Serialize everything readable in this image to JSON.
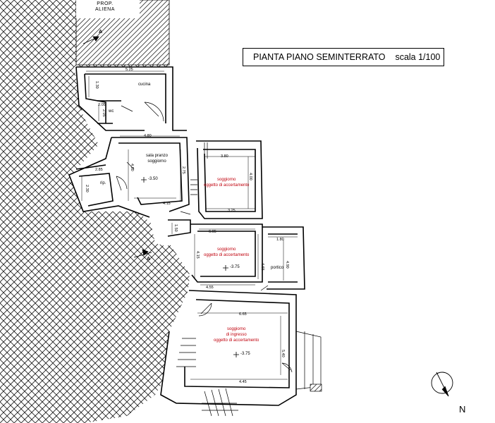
{
  "title": {
    "main": "PIANTA PIANO SEMINTERRATO",
    "scale": "scala 1/100"
  },
  "property_label": [
    "PROP.",
    "ALIENA"
  ],
  "section_marker": "A",
  "north": "N",
  "rooms": {
    "cucina": "cucina",
    "wc": "wc",
    "sala_pranzo": [
      "sala pranzo",
      "soggiorno"
    ],
    "rip": "rip.",
    "soggiorno_1": [
      "soggiorno",
      "oggetto di accertamento"
    ],
    "soggiorno_2": [
      "soggiorno",
      "oggetto di accertamento"
    ],
    "portico": "portico",
    "soggiorno_ingresso": [
      "soggiorno",
      "di ingresso",
      "oggetto di accertamento"
    ]
  },
  "levels": {
    "sala": "-3.50",
    "soggiorno_2": "-3.75",
    "ingresso": "-3.75"
  },
  "dimensions": {
    "d_525": "5.25",
    "d_130": "1.30",
    "d_205a": "2.05",
    "d_205b": "2.05",
    "d_480": "4.80",
    "d_380": "3.80",
    "d_285": "2.85",
    "d_230": "2.30",
    "d_275": "2.75",
    "d_480v": "4.80",
    "d_400": "4.00",
    "d_415": "4.15",
    "d_325": "3.25",
    "d_150": "1.50",
    "d_605": "6.05",
    "d_180": "1.80",
    "d_415v": "4.15",
    "d_465": "4.65",
    "d_490": "4.90",
    "d_455": "4.55",
    "d_665": "6.65",
    "d_540": "5.40",
    "d_445": "4.45"
  }
}
